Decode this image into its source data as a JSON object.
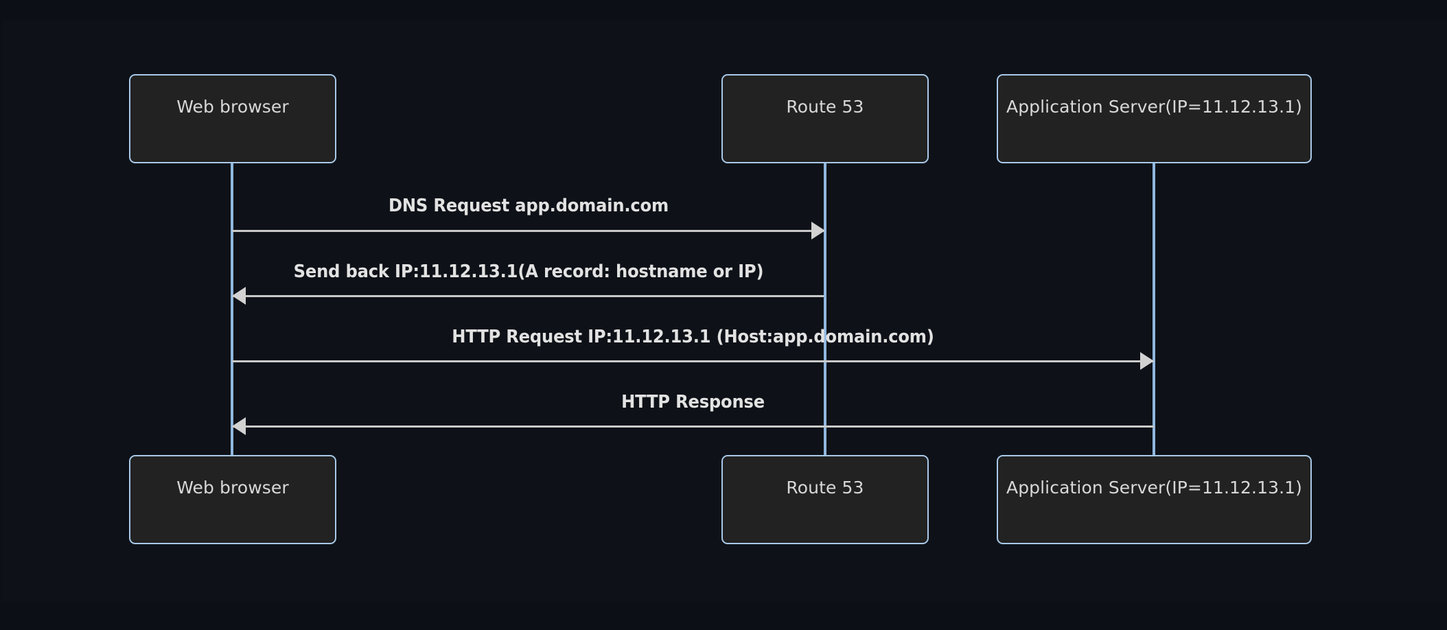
{
  "diagram": {
    "type": "sequence-diagram",
    "background_color": "#0c1016",
    "panel_color": "#0e1218",
    "box_fill_color": "#222222",
    "box_border_color": "#a9c9e9",
    "lifeline_color": "#90b7df",
    "message_color": "#c9c9c9",
    "text_color": "#e2e2e2",
    "participants": [
      {
        "id": "browser",
        "label": "Web browser"
      },
      {
        "id": "route53",
        "label": "Route 53"
      },
      {
        "id": "appserver",
        "label": "Application Server(IP=11.12.13.1)"
      }
    ],
    "messages": [
      {
        "index": 1,
        "label": "DNS Request app.domain.com",
        "from": "browser",
        "to": "route53",
        "direction": "right"
      },
      {
        "index": 2,
        "label": "Send back IP:11.12.13.1(A record: hostname or IP)",
        "from": "route53",
        "to": "browser",
        "direction": "left"
      },
      {
        "index": 3,
        "label": "HTTP Request IP:11.12.13.1 (Host:app.domain.com)",
        "from": "browser",
        "to": "appserver",
        "direction": "right"
      },
      {
        "index": 4,
        "label": "HTTP Response",
        "from": "appserver",
        "to": "browser",
        "direction": "left"
      }
    ]
  }
}
